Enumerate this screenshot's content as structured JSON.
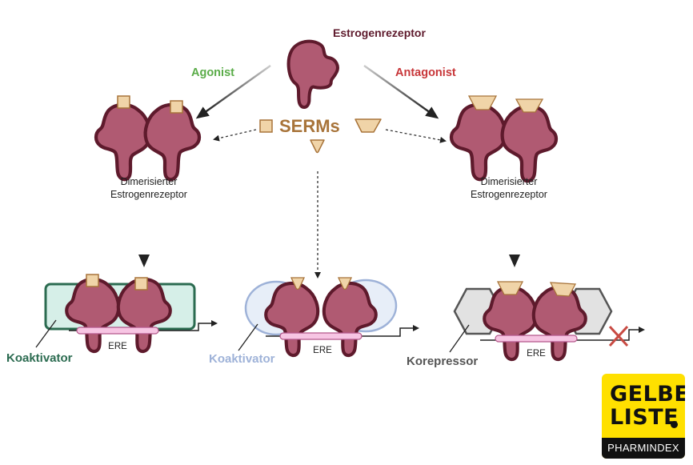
{
  "labels": {
    "estrogen_receptor": "Estrogenrezeptor",
    "agonist": "Agonist",
    "antagonist": "Antagonist",
    "serms": "SERMs",
    "dimerized_left_line1": "Dimerisierter",
    "dimerized_left_line2": "Estrogenrezeptor",
    "dimerized_right_line1": "Dimerisierter",
    "dimerized_right_line2": "Estrogenrezeptor",
    "coactivator_left": "Koaktivator",
    "coactivator_middle": "Koaktivator",
    "corepressor": "Korepressor",
    "ere_left": "ERE",
    "ere_middle": "ERE",
    "ere_right": "ERE"
  },
  "logo": {
    "line1": "GELBE",
    "line2": "LISTE",
    "subtitle": "PHARMINDEX"
  },
  "colors": {
    "receptor_fill": "#b05a72",
    "receptor_stroke": "#5e1a2c",
    "ligand_fill": "#f0d4a8",
    "ligand_stroke": "#a8743a",
    "agonist_text": "#5aac48",
    "antagonist_text": "#c8373a",
    "serms_text": "#a8743a",
    "coactivator_left_fill": "#d6efe8",
    "coactivator_left_stroke": "#2b6b50",
    "coactivator_middle_fill": "#e7eef8",
    "coactivator_middle_stroke": "#9eb2d8",
    "corepressor_fill": "#e2e2e2",
    "corepressor_stroke": "#555555",
    "ere_fill": "#f7c5e3",
    "ere_stroke": "#b4588a",
    "block_x": "#c84a42",
    "logo_yellow": "#ffe000"
  }
}
